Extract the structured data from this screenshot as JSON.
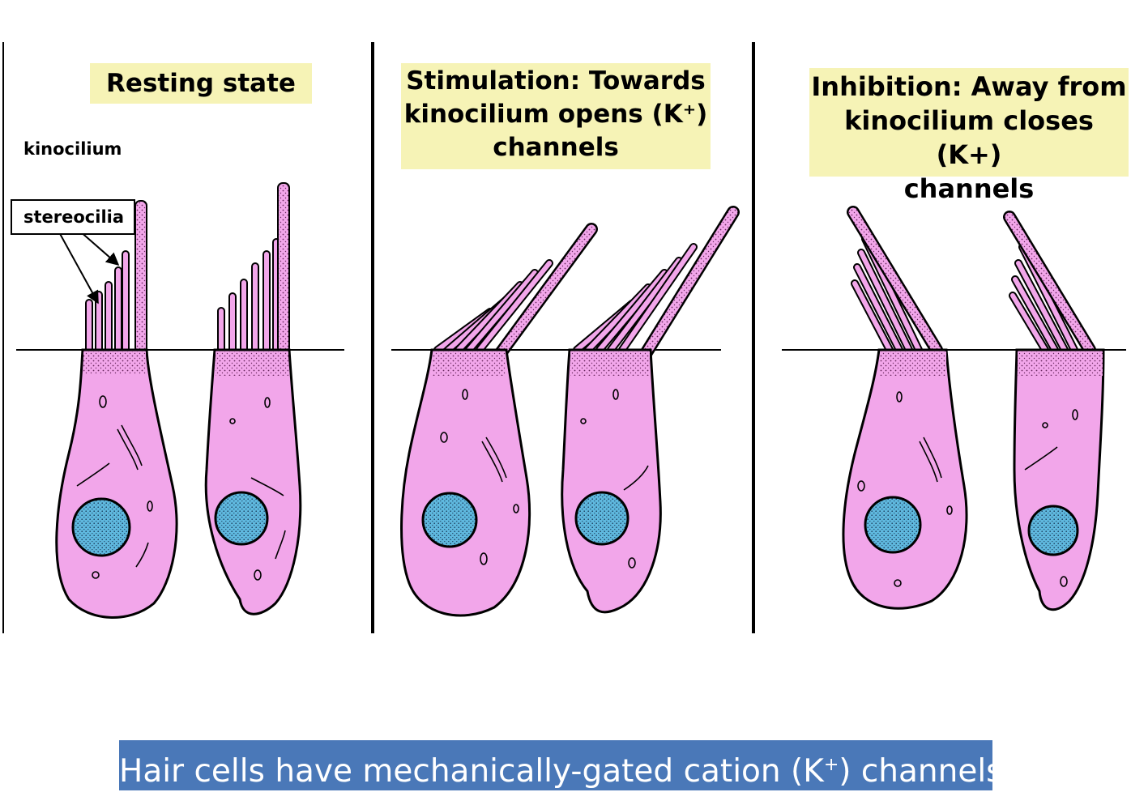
{
  "panels": [
    {
      "title_lines": [
        "Resting state"
      ]
    },
    {
      "title_lines": [
        "Stimulation: Towards",
        "kinocilium opens (K⁺)",
        "channels"
      ]
    },
    {
      "title_lines": [
        "Inhibition: Away from",
        "kinocilium closes (K+)",
        "channels"
      ]
    }
  ],
  "labels": {
    "kinocilium": "kinocilium",
    "stereocilia": "stereocilia"
  },
  "caption": {
    "pre": "Hair cells have mechanically-gated cation (K",
    "sup": "+",
    "post": ") channels"
  },
  "colors": {
    "cell": "#f2a6ea",
    "nucleus": "#5fb8de",
    "caption_bg": "#4a78b8",
    "label_bg": "#f6f3b6"
  }
}
